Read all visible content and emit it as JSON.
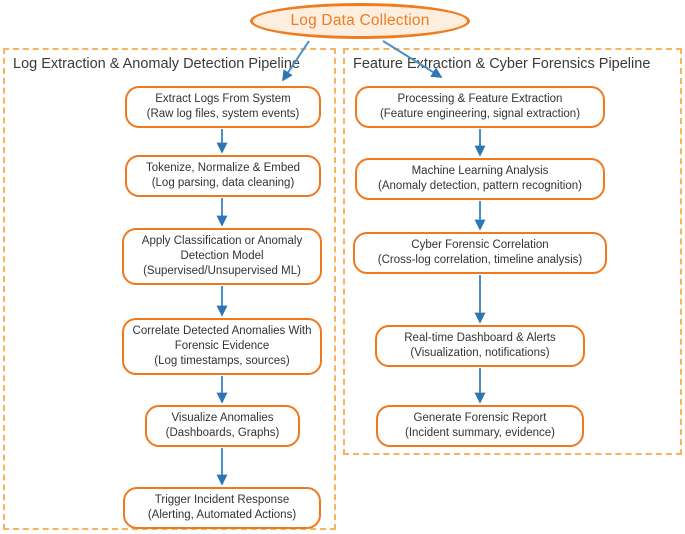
{
  "root": {
    "label": "Log Data Collection"
  },
  "colors": {
    "node_border": "#f0791e",
    "container_dashed_border": "#f8b35c",
    "ellipse_fill": "#fdeedf",
    "arrow_line": "#4a8fc7",
    "arrow_head": "#2e75b6",
    "text": "#3a3a3a"
  },
  "left_pipeline": {
    "title": "Log Extraction & Anomaly Detection Pipeline",
    "boxes": [
      {
        "title": "Extract Logs From System",
        "sub": "(Raw log files, system events)"
      },
      {
        "title": "Tokenize, Normalize & Embed",
        "sub": "(Log parsing, data cleaning)"
      },
      {
        "title": "Apply Classification or Anomaly Detection Model",
        "sub": "(Supervised/Unsupervised ML)"
      },
      {
        "title": "Correlate Detected Anomalies With Forensic Evidence",
        "sub": "(Log timestamps, sources)"
      },
      {
        "title": "Visualize Anomalies",
        "sub": "(Dashboards, Graphs)"
      },
      {
        "title": "Trigger Incident Response",
        "sub": "(Alerting, Automated Actions)"
      }
    ]
  },
  "right_pipeline": {
    "title": "Feature Extraction & Cyber Forensics Pipeline",
    "boxes": [
      {
        "title": "Processing & Feature Extraction",
        "sub": "(Feature engineering, signal extraction)"
      },
      {
        "title": "Machine Learning Analysis",
        "sub": "(Anomaly detection, pattern recognition)"
      },
      {
        "title": "Cyber Forensic Correlation",
        "sub": "(Cross-log correlation, timeline analysis)"
      },
      {
        "title": "Real-time Dashboard & Alerts",
        "sub": "(Visualization, notifications)"
      },
      {
        "title": "Generate Forensic Report",
        "sub": "(Incident summary, evidence)"
      }
    ]
  }
}
